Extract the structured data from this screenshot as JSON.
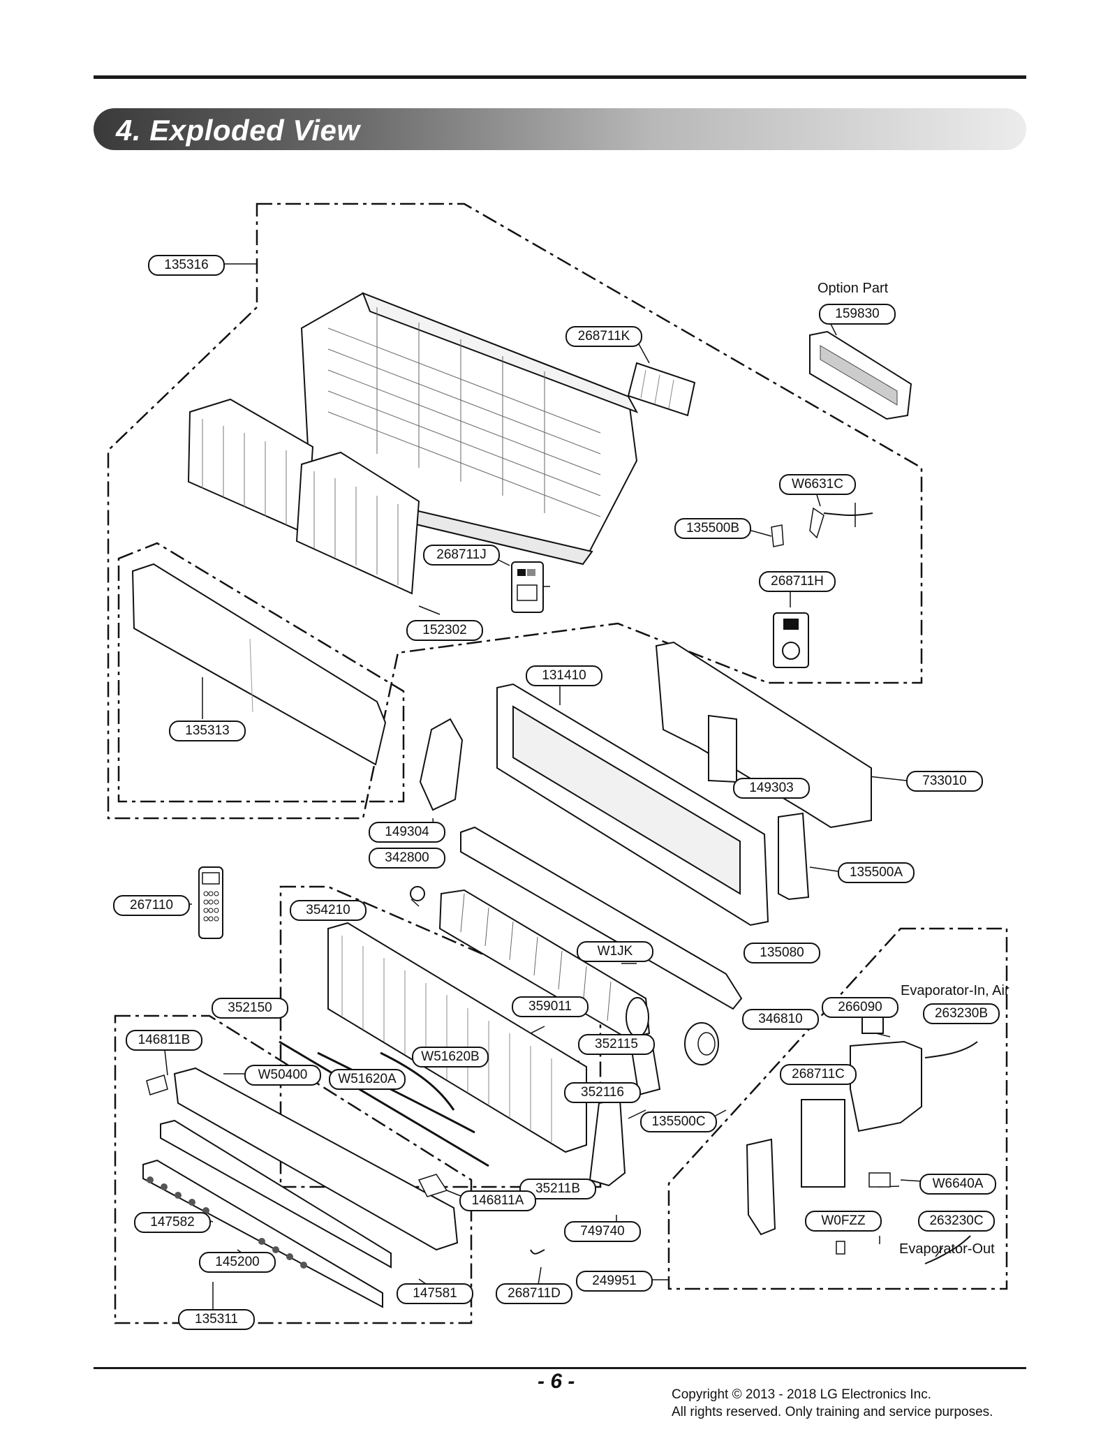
{
  "section": {
    "title": "4. Exploded View"
  },
  "callouts": {
    "c135316": "135316",
    "c159830": "159830",
    "c268711K": "268711K",
    "cW6631C": "W6631C",
    "c135500B": "135500B",
    "c268711J": "268711J",
    "c268711H": "268711H",
    "c152302": "152302",
    "c135313": "135313",
    "c131410": "131410",
    "c733010": "733010",
    "c149303": "149303",
    "c149304": "149304",
    "c342800": "342800",
    "c135500A": "135500A",
    "c267110": "267110",
    "c354210": "354210",
    "cW1JK": "W1JK",
    "c135080": "135080",
    "c266090": "266090",
    "c263230B": "263230B",
    "c352150": "352150",
    "c359011": "359011",
    "c346810": "346810",
    "c146811B": "146811B",
    "cW51620B": "W51620B",
    "c352115": "352115",
    "cW50400": "W50400",
    "cW51620A": "W51620A",
    "c352116": "352116",
    "c268711C": "268711C",
    "c135500C": "135500C",
    "cW6640A": "W6640A",
    "c35211B": "35211B",
    "c146811A": "146811A",
    "c147582": "147582",
    "cW0FZZ": "W0FZZ",
    "c263230C": "263230C",
    "c749740": "749740",
    "c145200": "145200",
    "c249951": "249951",
    "c147581": "147581",
    "c268711D": "268711D",
    "c135311": "135311"
  },
  "notes": {
    "option_part": "Option Part",
    "evaporator_in": "Evaporator-In, Air",
    "evaporator_out": "Evaporator-Out"
  },
  "footer": {
    "page_number": "- 6 -",
    "copyright_line1": "Copyright © 2013 - 2018 LG Electronics Inc.",
    "copyright_line2": "All rights reserved. Only training and service purposes."
  }
}
